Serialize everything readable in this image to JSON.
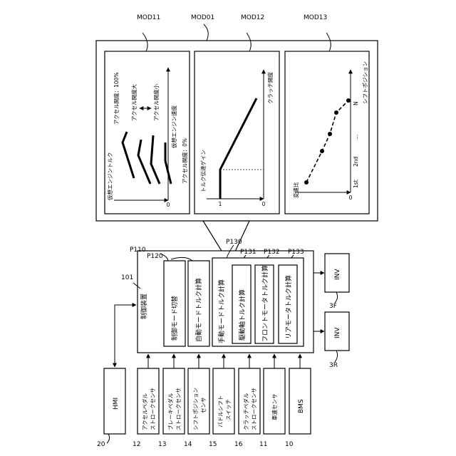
{
  "modules": {
    "mod11": "MOD11",
    "mod01": "MOD01",
    "mod12": "MOD12",
    "mod13": "MOD13"
  },
  "graph1": {
    "yaxis": "仮想エンジントルク",
    "xaxis": "仮想エンジン速度",
    "origin": "0",
    "label_100": "アクセル開度：100%",
    "label_big": "アクセル開度大",
    "label_small": "アクセル開度小",
    "label_0": "アクセル開度：0%"
  },
  "graph2": {
    "yaxis": "トルク伝達ゲイン",
    "xaxis": "クラッチ開度",
    "origin": "0",
    "ytick": "1"
  },
  "graph3": {
    "yaxis": "変速比",
    "xaxis": "シフトポジション",
    "origin": "0",
    "ticks": [
      "1st",
      "2nd",
      "…",
      "N"
    ]
  },
  "controller": {
    "ref": "101",
    "title": "制御装置",
    "ref_p110": "P110",
    "ref_p120": "P120",
    "ref_p130": "P130",
    "ref_p131": "P131",
    "ref_p132": "P132",
    "ref_p133": "P133",
    "mode_switch": "制御モード切替",
    "auto_mode": "自動モードトルク計算",
    "manual_mode": "手動モードトルク計算",
    "drive_shaft": "駆動軸トルク計算",
    "front_motor": "フロントモータトルク計算",
    "rear_motor": "リアモータトルク計算"
  },
  "inverters": {
    "front_label": "INV",
    "front_ref": "3F",
    "rear_label": "INV",
    "rear_ref": "3R"
  },
  "inputs": {
    "hmi": {
      "label": "HMI",
      "ref": "20"
    },
    "accel": {
      "label": [
        "アクセルペダル",
        "ストロークセンサ"
      ],
      "ref": "12"
    },
    "brake": {
      "label": [
        "ブレーキペダル",
        "ストロークセンサ"
      ],
      "ref": "13"
    },
    "shift": {
      "label": [
        "シフトポジション",
        "センサ"
      ],
      "ref": "14"
    },
    "paddle": {
      "label": [
        "パドルシフト",
        "スイッチ"
      ],
      "ref": "15"
    },
    "clutch": {
      "label": [
        "クラッチペダル",
        "ストロークセンサ"
      ],
      "ref": "16"
    },
    "speed": {
      "label": "車速センサ",
      "ref": "11"
    },
    "bms": {
      "label": "BMS",
      "ref": "10"
    }
  }
}
